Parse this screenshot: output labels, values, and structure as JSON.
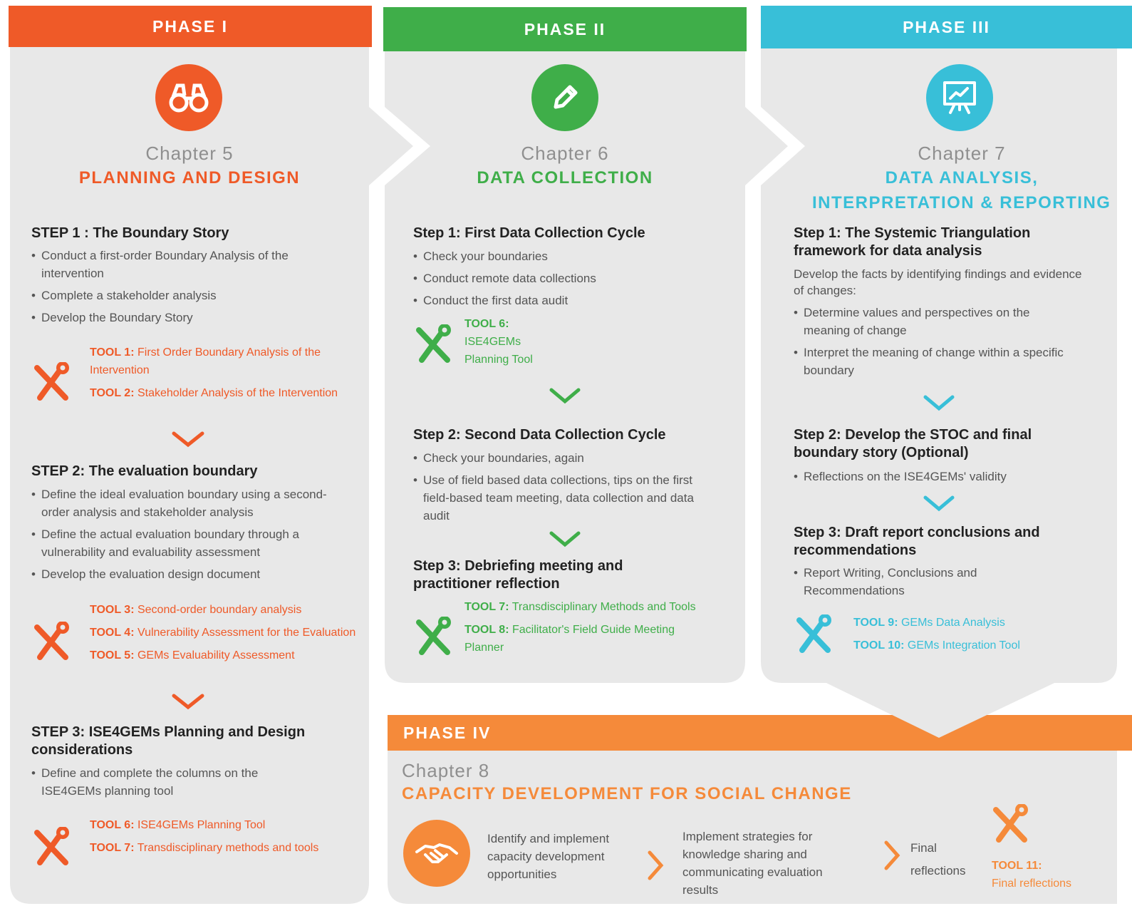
{
  "colors": {
    "phase1": "#ef5a28",
    "phase2": "#3fae49",
    "phase3": "#38bfd8",
    "phase4": "#f58a3a",
    "panel": "#e8e8e8"
  },
  "phase1": {
    "banner": "PHASE I",
    "icon": "binoculars-icon",
    "chapter": "Chapter 5",
    "title": "PLANNING AND DESIGN",
    "step1": {
      "title": "STEP 1 : The Boundary Story",
      "bullets": [
        "Conduct a first-order Boundary Analysis of the intervention",
        "Complete a stakeholder analysis",
        "Develop the Boundary Story"
      ]
    },
    "tools1": [
      {
        "key": "TOOL 1:",
        "text": "First Order Boundary Analysis of the Intervention"
      },
      {
        "key": "TOOL 2:",
        "text": "Stakeholder Analysis of the Intervention"
      }
    ],
    "step2": {
      "title": "STEP 2: The evaluation boundary",
      "bullets": [
        "Define the ideal evaluation boundary using a second-order analysis and stakeholder analysis",
        "Define the actual evaluation boundary through a vulnerability and evaluability assessment",
        "Develop the evaluation design document"
      ]
    },
    "tools2": [
      {
        "key": "TOOL 3:",
        "text": "Second-order boundary analysis"
      },
      {
        "key": "TOOL 4:",
        "text": "Vulnerability Assessment for the Evaluation"
      },
      {
        "key": "TOOL 5:",
        "text": "GEMs Evaluability Assessment"
      }
    ],
    "step3": {
      "title": "STEP 3: ISE4GEMs Planning and Design considerations",
      "bullets": [
        "Define and complete the columns on the ISE4GEMs planning tool"
      ]
    },
    "tools3": [
      {
        "key": "TOOL 6:",
        "text": "ISE4GEMs Planning Tool"
      },
      {
        "key": "TOOL 7:",
        "text": "Transdisciplinary methods and tools"
      }
    ]
  },
  "phase2": {
    "banner": "PHASE II",
    "icon": "pencil-icon",
    "chapter": "Chapter 6",
    "title": "DATA COLLECTION",
    "step1": {
      "title": "Step 1: First Data Collection Cycle",
      "bullets": [
        "Check your boundaries",
        "Conduct remote data collections",
        "Conduct the first data audit"
      ]
    },
    "tools1": [
      {
        "key": "TOOL 6:",
        "text": "ISE4GEMs Planning Tool"
      }
    ],
    "step2": {
      "title": "Step 2: Second Data Collection Cycle",
      "bullets": [
        "Check your boundaries, again",
        "Use of field based data collections, tips on the first field-based team meeting, data collection and data audit"
      ]
    },
    "step3": {
      "title": "Step 3: Debriefing meeting and practitioner reflection"
    },
    "tools3": [
      {
        "key": "TOOL 7:",
        "text": "Transdisciplinary Methods and Tools"
      },
      {
        "key": "TOOL 8:",
        "text": "Facilitator's Field Guide Meeting Planner"
      }
    ]
  },
  "phase3": {
    "banner": "PHASE III",
    "icon": "presentation-chart-icon",
    "chapter": "Chapter 7",
    "title_line1": "DATA ANALYSIS,",
    "title_line2": "INTERPRETATION & REPORTING",
    "step1": {
      "title": "Step 1: The Systemic Triangulation framework for data analysis",
      "intro": "Develop the facts by identifying findings and evidence of changes:",
      "bullets": [
        "Determine values and perspectives on the meaning of change",
        "Interpret the meaning of change within a specific boundary"
      ]
    },
    "step2": {
      "title": "Step 2: Develop the STOC and final boundary story (Optional)",
      "bullets": [
        "Reflections on the ISE4GEMs' validity"
      ]
    },
    "step3": {
      "title": "Step 3: Draft report conclusions and recommendations",
      "bullets": [
        "Report Writing, Conclusions and Recommendations"
      ]
    },
    "tools3": [
      {
        "key": "TOOL 9:",
        "text": "GEMs Data Analysis"
      },
      {
        "key": "TOOL 10:",
        "text": "GEMs Integration Tool"
      }
    ]
  },
  "phase4": {
    "banner": "PHASE IV",
    "icon": "handshake-icon",
    "chapter": "Chapter 8",
    "title": "CAPACITY DEVELOPMENT FOR SOCIAL CHANGE",
    "item1": "Identify and implement capacity development opportunities",
    "item2": "Implement strategies for knowledge sharing and communicating evaluation results",
    "item3": "Final reflections",
    "tool_key": "TOOL 11:",
    "tool_text": "Final reflections"
  }
}
